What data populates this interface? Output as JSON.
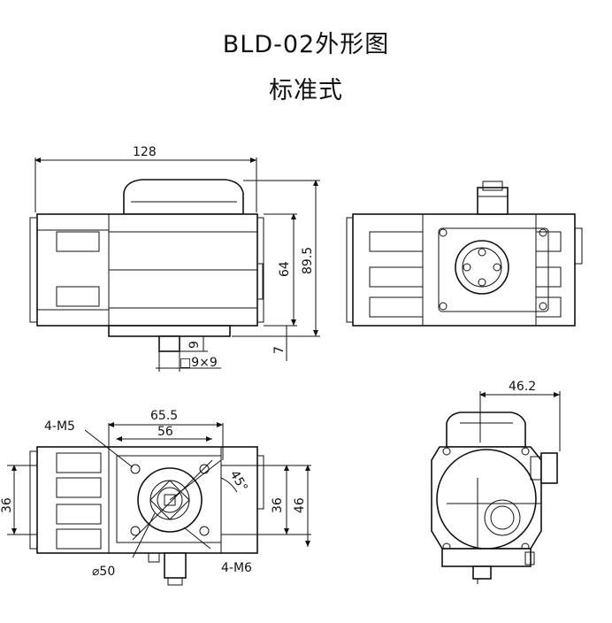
{
  "title": "BLD-02外形图",
  "subtitle": "标准式",
  "dimensions": {
    "length": "128",
    "height_total": "89.5",
    "height_body": "64",
    "shaft_h": "9",
    "shaft_base": "7",
    "square": "□9×9",
    "width": "46.2",
    "pcd1": "65.5",
    "pcd2": "56",
    "holes_m5": "4-M5",
    "holes_m6": "4-M6",
    "dia": "⌀50",
    "angle": "45°",
    "h36_left": "36",
    "h36_right": "36",
    "h46": "46"
  }
}
